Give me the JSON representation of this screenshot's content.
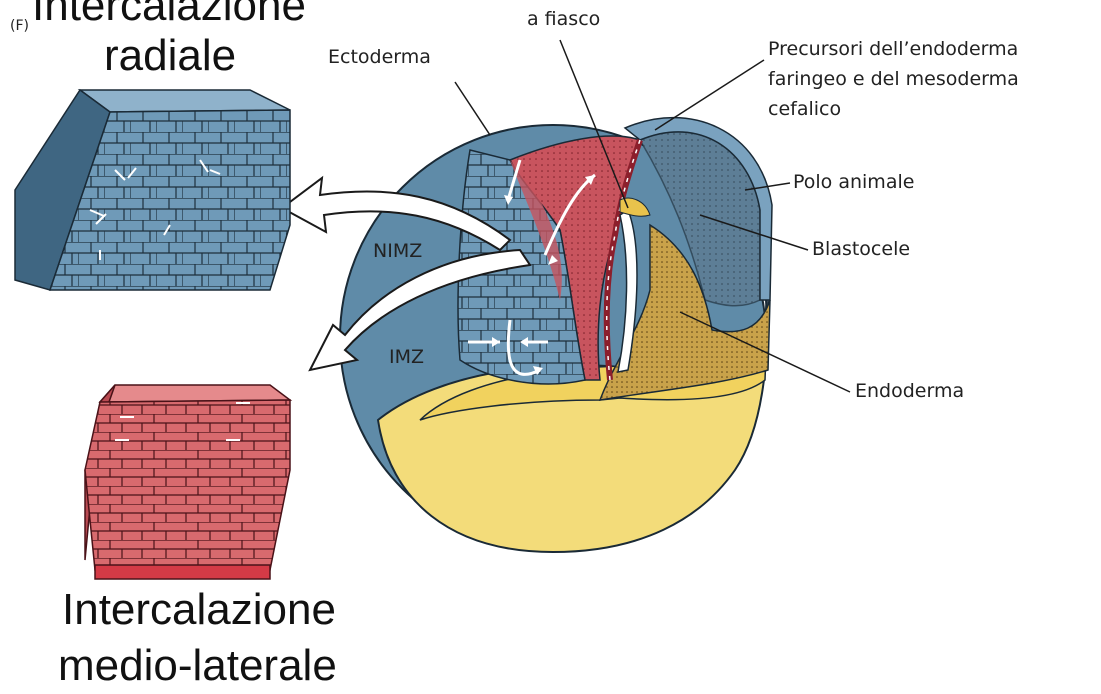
{
  "panel_letter": "(F)",
  "titles": {
    "radial_line1": "Intercalazione",
    "radial_line2": "radiale",
    "mediolateral_line1": "Intercalazione",
    "mediolateral_line2": "medio-laterale"
  },
  "labels": {
    "bottle": "a fiasco",
    "ectoderm": "Ectoderma",
    "precursors": [
      "Precursori dell’endoderma",
      "faringeo e del mesoderma",
      "cefalico"
    ],
    "animal_pole": "Polo animale",
    "blastocoel": "Blastocele",
    "endoderm": "Endoderma",
    "nimz": "NIMZ",
    "imz": "IMZ"
  },
  "colors": {
    "ectoderm_blue": "#5f8ba8",
    "cell_blue": "#6f9ab8",
    "mesoderm_red": "#c8545e",
    "yolk_yellow": "#f3dc7a",
    "endoderm_tan": "#c9a24a",
    "tissue_red": "#d86a6e"
  }
}
